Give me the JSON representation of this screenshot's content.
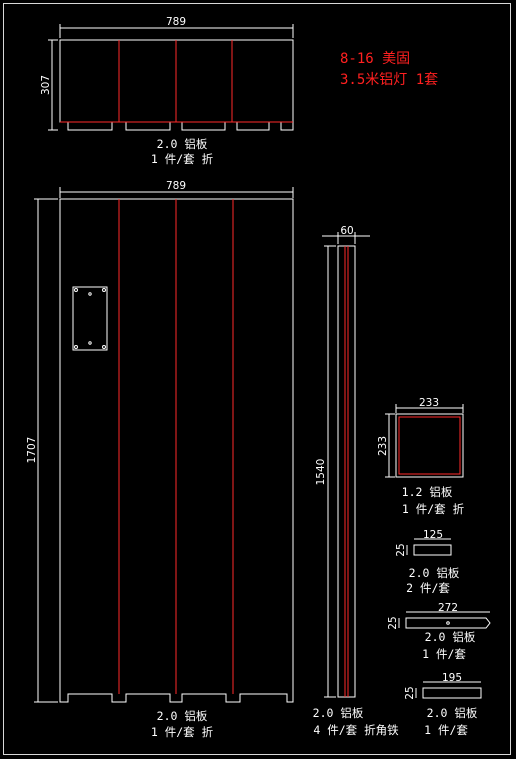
{
  "note": {
    "line1": "8-16 美固",
    "line2": "3.5米铝灯 1套",
    "color": "#ff2020"
  },
  "parts": {
    "top_panel": {
      "width_dim": "789",
      "height_dim": "307",
      "material": "2.0 铝板",
      "qty": "1 件/套 折"
    },
    "main_panel": {
      "width_dim": "789",
      "height_dim": "1707",
      "material": "2.0 铝板",
      "qty": "1 件/套 折"
    },
    "side_angle": {
      "width_dim": "60",
      "height_dim": "1540",
      "material": "2.0 铝板",
      "qty": "4 件/套 折角铁"
    },
    "square_plate": {
      "width_dim": "233",
      "height_dim": "233",
      "material": "1.2 铝板",
      "qty": "1 件/套 折"
    },
    "strip_125": {
      "width_dim": "125",
      "height_dim": "25",
      "material": "2.0 铝板",
      "qty": "2 件/套"
    },
    "strip_272": {
      "width_dim": "272",
      "height_dim": "25",
      "material": "2.0 铝板",
      "qty": "1 件/套"
    },
    "strip_195": {
      "width_dim": "195",
      "height_dim": "25",
      "material": "2.0 铝板",
      "qty": "1 件/套"
    }
  },
  "colors": {
    "background": "#000000",
    "outline": "#ffffff",
    "fold_line": "#ff2a2a"
  }
}
